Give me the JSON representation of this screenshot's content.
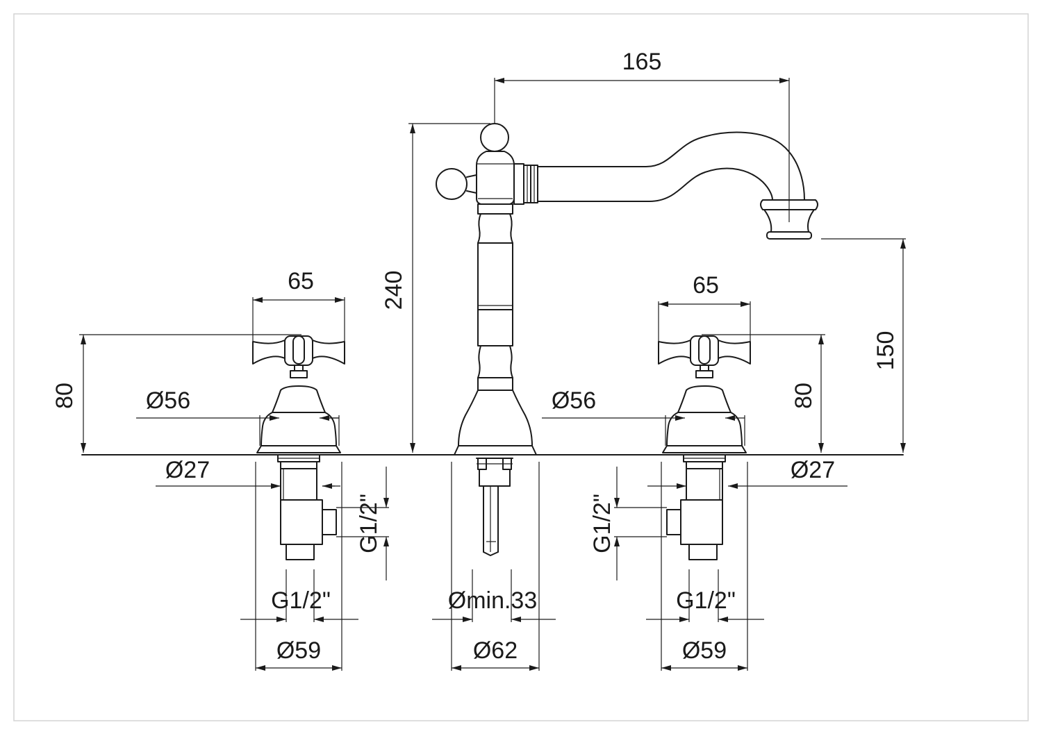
{
  "dimensions": {
    "spout_reach": "165",
    "spout_height_total": "240",
    "spout_outlet_height": "150",
    "left_handle_width": "65",
    "right_handle_width": "65",
    "left_valve_height": "80",
    "right_valve_height": "80",
    "left_base_diameter": "Ø56",
    "right_base_diameter": "Ø56",
    "left_shank_diameter": "Ø27",
    "right_shank_diameter": "Ø27",
    "left_inlet_thread_vertical": "G1/2\"",
    "right_inlet_thread_vertical": "G1/2\"",
    "left_outlet_thread": "G1/2\"",
    "right_outlet_thread": "G1/2\"",
    "left_hole_diameter": "Ø59",
    "right_hole_diameter": "Ø59",
    "center_hole_min": "Ømin.33",
    "center_base_diameter": "Ø62"
  },
  "colors": {
    "line": "#1a1a1a",
    "frame": "#d4d4d4",
    "background": "#ffffff"
  }
}
